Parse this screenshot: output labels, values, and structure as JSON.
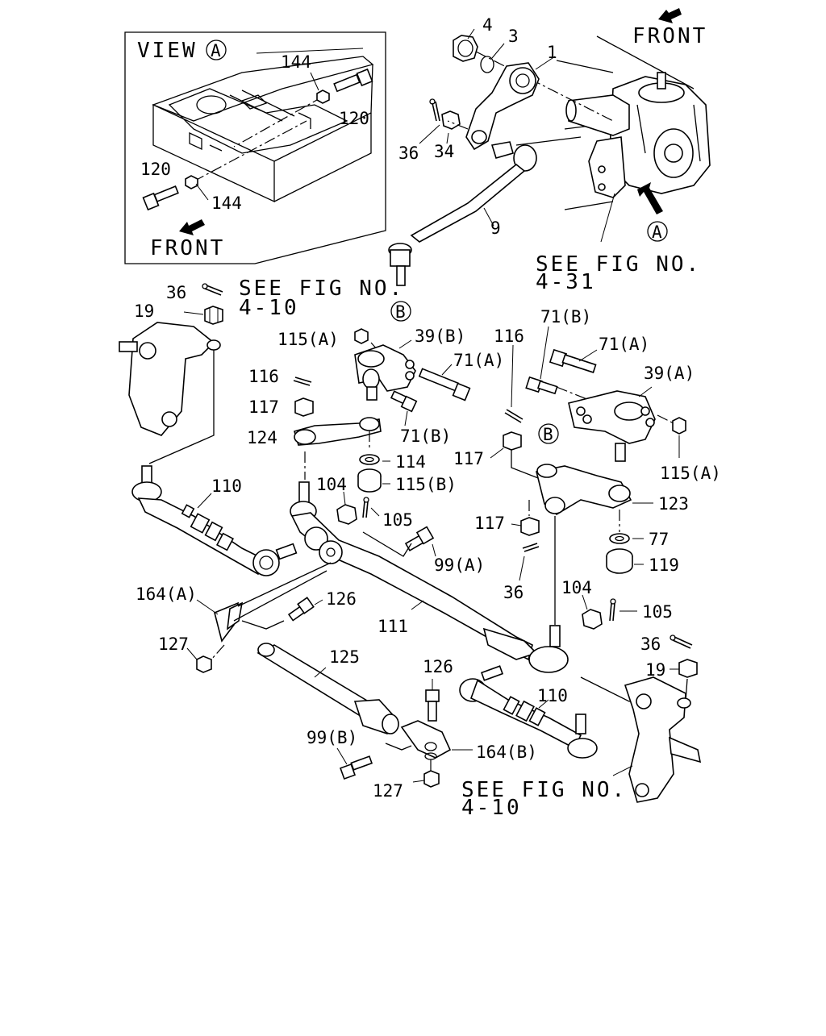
{
  "inset": {
    "title": "VIEW",
    "marker": "A",
    "front_label": "FRONT",
    "labels": {
      "nut_top": "144",
      "bolt_top": "120",
      "bolt_bottom": "120",
      "nut_bottom": "144"
    }
  },
  "front_label_top": "FRONT",
  "see_fig_text": "SEE FIG NO.",
  "see_fig_ref_4_31": "4-31",
  "see_fig_ref_4_10": "4-10",
  "markers": {
    "a": "A",
    "b": "B"
  },
  "part_numbers": {
    "p4": "4",
    "p3": "3",
    "p1": "1",
    "p36_top": "36",
    "p34": "34",
    "p9": "9",
    "p36_left": "36",
    "p19_left": "19",
    "p115a_left": "115(A)",
    "p39b": "39(B)",
    "p71a_left": "71(A)",
    "p116_left": "116",
    "p117_left": "117",
    "p71b_left": "71(B)",
    "p124": "124",
    "p114": "114",
    "p115b": "115(B)",
    "p116_right": "116",
    "p71b_right": "71(B)",
    "p71a_right": "71(A)",
    "p39a": "39(A)",
    "p117_right_top": "117",
    "p115a_right": "115(A)",
    "p123": "123",
    "p117_right": "117",
    "p77": "77",
    "p119": "119",
    "p36_mid": "36",
    "p110_left": "110",
    "p104_left": "104",
    "p105_left": "105",
    "p99a": "99(A)",
    "p164a": "164(A)",
    "p126_left": "126",
    "p111": "111",
    "p127_left": "127",
    "p125": "125",
    "p104_right": "104",
    "p105_right": "105",
    "p36_right": "36",
    "p19_right": "19",
    "p126_bottom": "126",
    "p110_right": "110",
    "p99b": "99(B)",
    "p164b": "164(B)",
    "p127_bottom": "127"
  }
}
